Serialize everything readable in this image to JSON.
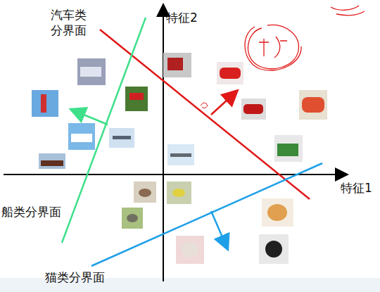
{
  "diagram": {
    "labels": [
      "汽车类 分界面",
      "特征2",
      "特征1",
      "船类分界面",
      "猫类分界面"
    ]
  }
}
